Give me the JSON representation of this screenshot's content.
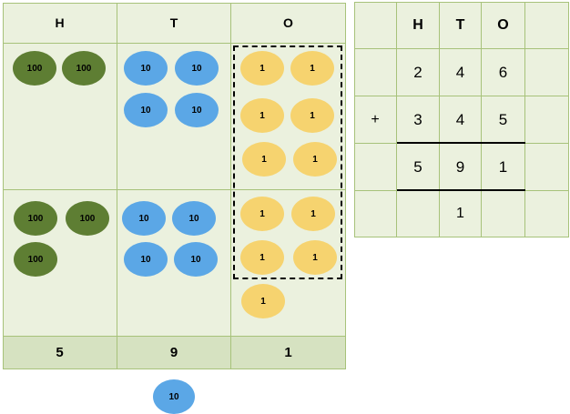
{
  "place_value_chart": {
    "headers": [
      "H",
      "T",
      "O"
    ],
    "row1": {
      "hundreds": [
        "100",
        "100"
      ],
      "tens": [
        "10",
        "10",
        "10",
        "10"
      ],
      "ones": [
        "1",
        "1",
        "1",
        "1",
        "1",
        "1"
      ]
    },
    "row2": {
      "hundreds": [
        "100",
        "100",
        "100"
      ],
      "tens": [
        "10",
        "10",
        "10",
        "10"
      ],
      "ones": [
        "1",
        "1",
        "1",
        "1",
        "1"
      ]
    },
    "totals": [
      "5",
      "9",
      "1"
    ],
    "exchanged_ten": "10"
  },
  "column_addition": {
    "headers": [
      "H",
      "T",
      "O"
    ],
    "addend1": [
      "2",
      "4",
      "6"
    ],
    "operator": "+",
    "addend2": [
      "3",
      "4",
      "5"
    ],
    "sum": [
      "5",
      "9",
      "1"
    ],
    "carry": "1"
  },
  "colors": {
    "cell_bg": "#ebf1de",
    "cell_border": "#a7c27a",
    "total_bg": "#d6e2c1",
    "hundreds_counter": "#5e7e33",
    "tens_counter": "#5ba7e6",
    "ones_counter": "#f6d36f"
  }
}
